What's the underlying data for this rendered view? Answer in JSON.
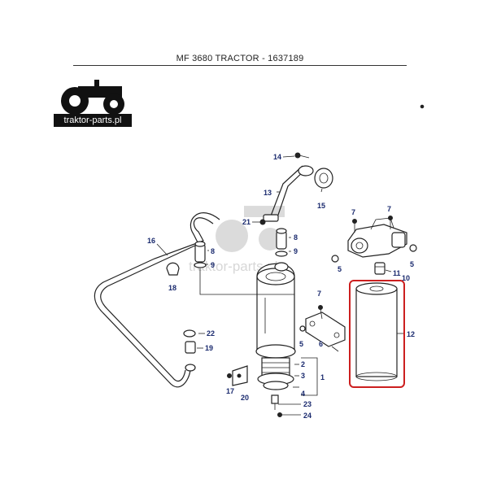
{
  "header": {
    "title": "MF 3680 TRACTOR - 1637189"
  },
  "logo": {
    "text": "traktor-parts.pl",
    "icon": "tractor-icon"
  },
  "watermark": {
    "text": "traktor-parts.pl"
  },
  "callouts": {
    "c1": "1",
    "c2": "2",
    "c3": "3",
    "c4": "4",
    "c5a": "5",
    "c5b": "5",
    "c5c": "5",
    "c6": "6",
    "c7a": "7",
    "c7b": "7",
    "c7c": "7",
    "c8a": "8",
    "c8b": "8",
    "c9a": "9",
    "c9b": "9",
    "c10": "10",
    "c11": "11",
    "c12": "12",
    "c13": "13",
    "c14": "14",
    "c15": "15",
    "c16": "16",
    "c17": "17",
    "c18": "18",
    "c19": "19",
    "c20": "20",
    "c21": "21",
    "c22": "22",
    "c23": "23",
    "c24": "24"
  },
  "highlight": {
    "color": "#cc1f1f"
  }
}
